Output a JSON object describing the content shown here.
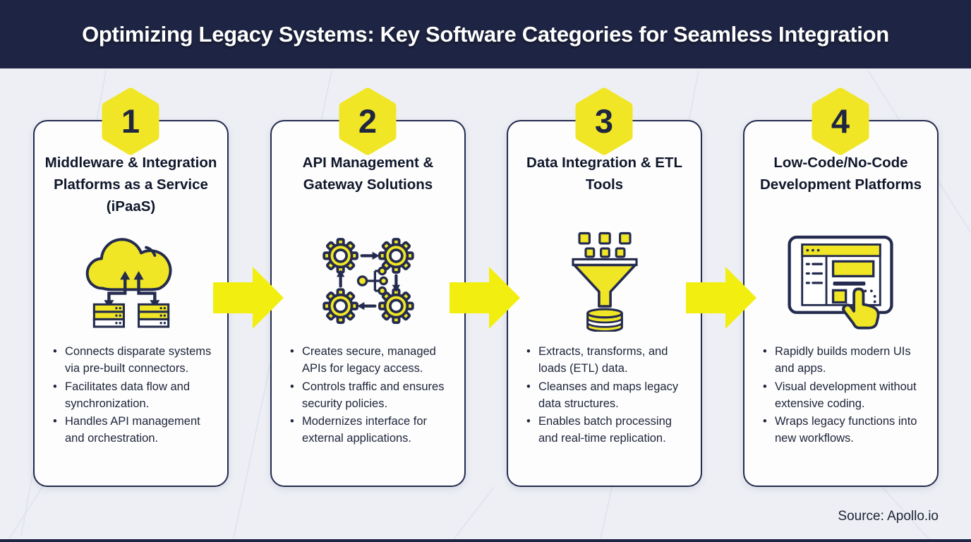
{
  "header": {
    "title": "Optimizing Legacy Systems: Key Software Categories for Seamless Integration"
  },
  "colors": {
    "navy": "#1e2443",
    "outline_navy": "#242b4e",
    "accent_yellow": "#f0e626",
    "arrow_yellow": "#f2ee10",
    "page_bg": "#edeff5",
    "card_bg": "#fdfdfe"
  },
  "cards": [
    {
      "number": "1",
      "title": "Middleware & Integration Platforms as a Service (iPaaS)",
      "icon": "cloud-servers-sync-icon",
      "bullets": [
        "Connects disparate systems via pre-built connectors.",
        "Facilitates data flow and synchronization.",
        "Handles API management and orchestration."
      ]
    },
    {
      "number": "2",
      "title": "API Management & Gateway Solutions",
      "icon": "gears-api-flow-icon",
      "bullets": [
        "Creates secure, managed APIs for legacy access.",
        "Controls traffic and ensures security policies.",
        "Modernizes interface for external applications."
      ]
    },
    {
      "number": "3",
      "title": "Data Integration & ETL Tools",
      "icon": "etl-funnel-database-icon",
      "bullets": [
        "Extracts, transforms, and loads (ETL) data.",
        "Cleanses and maps legacy data structures.",
        "Enables batch processing and real-time replication."
      ]
    },
    {
      "number": "4",
      "title": "Low-Code/No-Code Development Platforms",
      "icon": "lowcode-ui-builder-icon",
      "bullets": [
        "Rapidly builds modern UIs and apps.",
        "Visual development without extensive coding.",
        "Wraps legacy functions into new workflows."
      ]
    }
  ],
  "footer": {
    "source": "Source: Apollo.io"
  }
}
